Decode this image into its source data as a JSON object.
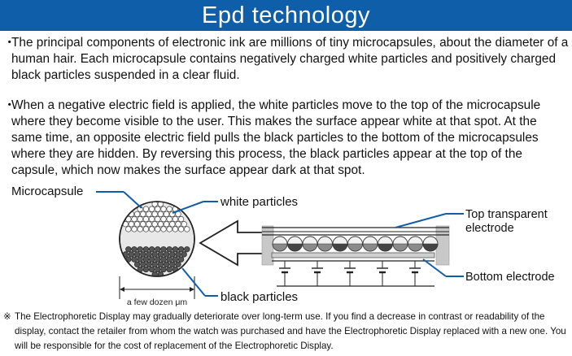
{
  "title": "Epd technology",
  "paragraphs": [
    {
      "bullet": "・",
      "text": "The principal components of electronic ink are millions of tiny microcapsules, about the diameter of a human hair. Each microcapsule contains negatively charged white particles and positively charged black particles suspended in a clear fluid."
    },
    {
      "bullet": "・",
      "text": "When a negative electric field is applied, the white particles move to the top of the microcapsule where they become visible to the user. This makes the surface appear white at that spot. At the same time, an opposite electric field pulls the black particles to the bottom of the microcapsules where they are hidden. By reversing this process, the black particles appear at the top of the capsule, which now makes the surface appear dark at that spot."
    }
  ],
  "diagram": {
    "labels": {
      "microcapsule": "Microcapsule",
      "white_particles": "white particles",
      "black_particles": "black particles",
      "scale": "a few dozen μm",
      "top_electrode_line1": "Top transparent",
      "top_electrode_line2": "electrode",
      "bottom_electrode": "Bottom electrode"
    },
    "colors": {
      "callout": "#0f5ea9",
      "capsule_fill": "#e8e8e8",
      "white_particle": "#ffffff",
      "black_particle": "#555555",
      "electrode": "#c8c8c8"
    }
  },
  "note": {
    "mark": "※",
    "text": "The Electrophoretic Display may gradually deteriorate over long-term use. If you find a decrease in contrast or readability of the display, contact the retailer from whom the watch was purchased and have the Electrophoretic Display replaced with a new one. You will be responsible for the cost of replacement of the Electrophoretic Display."
  }
}
